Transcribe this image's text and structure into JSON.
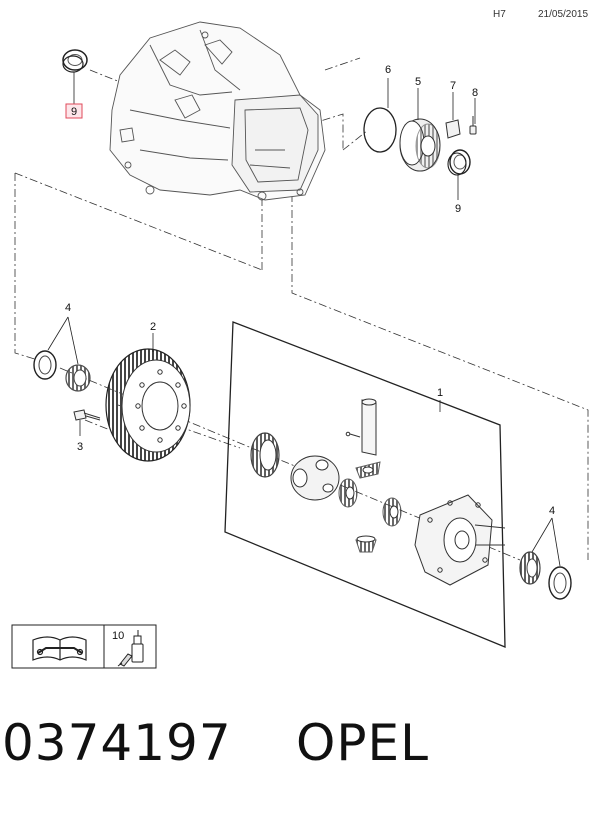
{
  "header": {
    "code": "H7",
    "date": "21/05/2015"
  },
  "callouts": {
    "c9_top": "9",
    "c6": "6",
    "c5": "5",
    "c7": "7",
    "c8": "8",
    "c9_right": "9",
    "c4_left": "4",
    "c2": "2",
    "c3": "3",
    "c1": "1",
    "c4_right": "4",
    "c10": "10"
  },
  "highlight": {
    "callout": "9",
    "color": "#e04a5a",
    "fill": "#fde6ea"
  },
  "footer": {
    "part_number": "0374197",
    "brand": "OPEL"
  },
  "icons": [
    "manual-wrench-icon",
    "oil-bottle-icon"
  ]
}
